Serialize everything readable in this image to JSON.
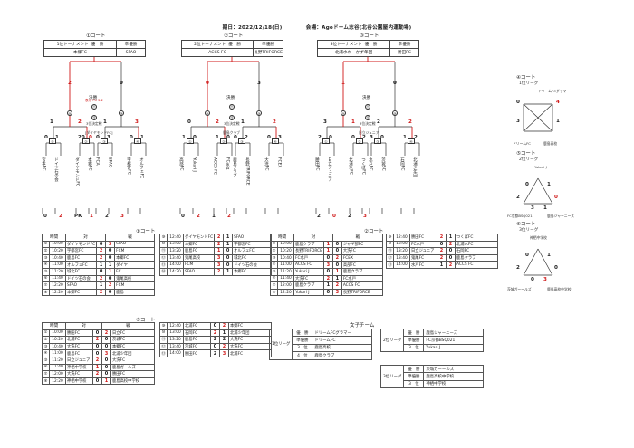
{
  "header": {
    "date": "期日：2022/12/18(日)",
    "venue": "会場：Agoドーム志谷(北谷公園屋内運動場)"
  },
  "courts": {
    "one": {
      "label": "①コート",
      "box": {
        "tournament": "1位トーナメント",
        "winner_label": "優　勝",
        "runner_label": "準優勝",
        "winner": "本郷FC",
        "runner": "SFAO"
      },
      "final": {
        "label": "決勝",
        "left": "2",
        "right": "0",
        "match": "⑪",
        "pk": "表示 PK 3-2"
      },
      "third": {
        "label": "3位決定戦",
        "match": "⑫",
        "team": "[ダイヤモンドFC]"
      },
      "semi_left": {
        "match": "⑨",
        "left": "1",
        "right": "2"
      },
      "semi_right": {
        "match": "⑩",
        "left": "1",
        "right": "3"
      },
      "r1": [
        {
          "match": "①",
          "left": "0",
          "right": "1"
        },
        {
          "match": "②",
          "left": "20",
          "right": "0",
          "red": true
        },
        {
          "match": "③",
          "left": "0",
          "right": "3"
        },
        {
          "match": "④",
          "left": "0",
          "right": "1"
        }
      ],
      "teams": [
        "宮本FC",
        "ドイツ石の会",
        "ダイヤモンドFC",
        "本郷FC",
        "FCA",
        "SFAO",
        "宇都宮FC",
        "オルフェFC"
      ],
      "bottom": [
        "0",
        "2",
        "PK",
        "1",
        "2",
        "3"
      ]
    },
    "two": {
      "label": "②コート",
      "box": {
        "tournament": "2位トーナメント",
        "winner_label": "優　勝",
        "runner_label": "準優勝",
        "winner": "ACCS FC",
        "runner": "長野TRIFORCE"
      },
      "final": {
        "label": "決勝",
        "left": "0",
        "right": "3",
        "match": "⑪"
      },
      "third": {
        "label": "3位決定戦",
        "match": "⑫",
        "team": "鹿島クラブ"
      },
      "semi_left": {
        "match": "⑨",
        "left": "0",
        "right": "2"
      },
      "semi_right": {
        "match": "⑩",
        "left": "1",
        "right": "2"
      },
      "r1": [
        {
          "match": "①",
          "left": "1",
          "right": "0"
        },
        {
          "match": "②",
          "left": "1",
          "right": "0"
        },
        {
          "match": "③",
          "left": "0",
          "right": "2"
        },
        {
          "match": "④",
          "left": "0",
          "right": "3"
        }
      ],
      "teams": [
        "高部FC",
        "Yukari J",
        "ACCS FC",
        "FC水戸",
        "鹿島クラブ",
        "長野TRIFORCE",
        "大洗FC",
        "FCEX"
      ],
      "bottom": [
        "0",
        "2",
        "1",
        "2"
      ]
    },
    "three": {
      "label": "③コート",
      "box": {
        "tournament": "3位トーナメント",
        "winner_label": "優　勝",
        "runner_label": "準優勝",
        "winner": "北浦水わーかず年団",
        "runner": "勝田FC"
      },
      "final": {
        "label": "決勝",
        "left": "1",
        "right": "0",
        "match": "⑪"
      },
      "third": {
        "label": "3位決定戦",
        "match": "⑫",
        "team": "日立ジュニア"
      },
      "semi_left": {
        "match": "⑨",
        "left": "3",
        "right": "1"
      },
      "semi_right": {
        "match": "⑩",
        "left": "2",
        "right": "2"
      },
      "r1": [
        {
          "match": "①",
          "left": "2",
          "right": "0"
        },
        {
          "match": "②",
          "left": "0",
          "right": "2"
        },
        {
          "match": "③",
          "left": "3",
          "right": "0"
        },
        {
          "match": "④",
          "left": "1",
          "right": "2"
        }
      ],
      "teams": [
        "勝田FC",
        "日立ジュニア",
        "北浦水FC",
        "つくばFC",
        "水戸FC",
        "茨城SC",
        "石岡FC",
        "北浦少年団"
      ],
      "bottom": [
        "2",
        "0",
        "2",
        "3"
      ]
    },
    "four": {
      "label": "④コート",
      "league1": {
        "title": "1位リーグ",
        "top_right": "ドリームFCグラマー",
        "left_label": "ドリームFC",
        "right_label": "鹿島高校",
        "scores": [
          "0",
          "4",
          "3",
          "1"
        ]
      },
      "league2_label": "⑤コート",
      "league2": {
        "title": "2位リーグ",
        "top": "Yukari J",
        "left_label": "FC京都BSQ021",
        "right_label": "鹿島ジャーニーズ",
        "scores": [
          "0",
          "1",
          "2",
          "0",
          "3",
          "1"
        ]
      },
      "league3_label": "⑥コート",
      "league3": {
        "title": "3位リーグ",
        "top": "神栖中学校",
        "left_label": "茨城ガーールズ",
        "right_label": "鹿島高校中学校",
        "scores": [
          "0",
          "1",
          "2",
          "0",
          "0",
          "3"
        ]
      }
    }
  },
  "schedules": {
    "s1": {
      "label": "①コート",
      "headers": [
        "時間",
        "対",
        "戦"
      ],
      "left": [
        [
          "①",
          "10:00",
          "ダイヤモンドFC",
          "0",
          "3",
          "SFAO"
        ],
        [
          "②",
          "10:20",
          "宇都宮FC",
          "2",
          "0",
          "FCM"
        ],
        [
          "③",
          "10:40",
          "鹿島FC",
          "2",
          "0",
          "本郷FC"
        ],
        [
          "④",
          "11:00",
          "オルフェFC",
          "1",
          "1",
          "ダイヤ"
        ],
        [
          "⑤",
          "11:20",
          "城北FC",
          "0",
          "1",
          "FC"
        ],
        [
          "⑥",
          "11:40",
          "ドイツ石の会",
          "2",
          "0",
          "鬼尾高校"
        ],
        [
          "⑦",
          "12:20",
          "SFAO",
          "1",
          "2",
          "FCM"
        ],
        [
          "⑧",
          "12:20",
          "本郷FC",
          "2",
          "0",
          "鹿島"
        ]
      ],
      "right": [
        [
          "⑨",
          "12:40",
          "ダイヤモンドFC",
          "2",
          "1",
          "SFAO"
        ],
        [
          "⑩",
          "13:00",
          "本郷FC",
          "2",
          "1",
          "宇都宮FC"
        ],
        [
          "⑪",
          "13:20",
          "鹿島FC",
          "1",
          "0",
          "オルフェFC"
        ],
        [
          "⑫",
          "13:40",
          "鬼尾高校",
          "3",
          "0",
          "城北FC"
        ],
        [
          "⑬",
          "14:00",
          "FCM",
          "3",
          "0",
          "ドイツ石の会"
        ],
        [
          "⑭",
          "14:20",
          "SFAO",
          "2",
          "1",
          "本郷FC"
        ]
      ]
    },
    "s2": {
      "label": "②コート",
      "left": [
        [
          "①",
          "10:00",
          "鹿島クラブ",
          "1",
          "0",
          "ジャギ部FC"
        ],
        [
          "②",
          "10:20",
          "長野TRIFORCE",
          "1",
          "0",
          "大洗FC"
        ],
        [
          "③",
          "10:40",
          "FC水戸",
          "0",
          "2",
          "FCEX"
        ],
        [
          "④",
          "11:00",
          "ACCS FC",
          "3",
          "0",
          "高部FC"
        ],
        [
          "⑤",
          "11:20",
          "Yukari J",
          "0",
          "1",
          "鹿島クラブ"
        ],
        [
          "⑥",
          "11:40",
          "大洗FC",
          "2",
          "1",
          "FC水戸"
        ],
        [
          "⑦",
          "12:00",
          "鹿島クラブ",
          "1",
          "2",
          "ACCS FC"
        ],
        [
          "⑧",
          "12:20",
          "Yukari J",
          "0",
          "3",
          "長野TRIFORCE"
        ]
      ],
      "right": [
        [
          "⑨",
          "12:40",
          "勝田FC",
          "2",
          "1",
          "つくばFC"
        ],
        [
          "⑩",
          "13:00",
          "FC水戸",
          "0",
          "2",
          "北浦水FC"
        ],
        [
          "⑪",
          "13:20",
          "日立ジュニア",
          "2",
          "0",
          "石岡FC"
        ],
        [
          "⑫",
          "13:40",
          "鬼尾FC",
          "2",
          "0",
          "鹿島クラブ"
        ],
        [
          "⑬",
          "14:00",
          "水戸FC",
          "1",
          "2",
          "ACCS FC"
        ]
      ]
    },
    "s3": {
      "label": "③コート",
      "left": [
        [
          "①",
          "10:00",
          "勝田FC",
          "0",
          "2",
          "日立FC"
        ],
        [
          "②",
          "10:20",
          "北浦FC",
          "2",
          "0",
          "茨城FC"
        ],
        [
          "③",
          "10:40",
          "大洗FC",
          "0",
          "0",
          "本郷FC"
        ],
        [
          "④",
          "11:00",
          "鹿島FC",
          "0",
          "3",
          "北浦少年団"
        ],
        [
          "⑤",
          "11:20",
          "日立ジュニア",
          "2",
          "0",
          "大洗FC"
        ],
        [
          "⑥",
          "11:40",
          "神栖中学校",
          "1",
          "0",
          "鹿島ガールズ"
        ],
        [
          "⑦",
          "12:00",
          "大洗FC",
          "2",
          "0",
          "勝田FC"
        ],
        [
          "⑧",
          "12:20",
          "神栖中学校",
          "0",
          "1",
          "鹿島高校中学校"
        ]
      ],
      "right": [
        [
          "⑨",
          "12:40",
          "北浦FC",
          "0",
          "2",
          "本郷FC"
        ],
        [
          "⑩",
          "13:00",
          "石岡FC",
          "2",
          "1",
          "北浦少年団"
        ],
        [
          "⑪",
          "13:20",
          "鹿島FC",
          "2",
          "2",
          "大洗FC"
        ],
        [
          "⑫",
          "13:40",
          "茨城FC",
          "0",
          "2",
          "大洗FC"
        ],
        [
          "⑬",
          "14:00",
          "勝田FC",
          "2",
          "3",
          "北浦FC"
        ]
      ]
    }
  },
  "rankings": {
    "label": "女子チーム",
    "one": {
      "title": "1位リーグ",
      "rows": [
        [
          "優　勝",
          "ドリームFCグラマー"
        ],
        [
          "準優勝",
          "ドリームFC"
        ],
        [
          "3　位",
          "鹿島高校"
        ],
        [
          "4　位",
          "鹿島クラブ"
        ]
      ]
    },
    "two": {
      "title": "2位リーグ",
      "rows": [
        [
          "優　勝",
          "鹿島ジャーニーズ"
        ],
        [
          "準優勝",
          "FC京都BSQ021"
        ],
        [
          "3　位",
          "Yukari J"
        ]
      ]
    },
    "three": {
      "title": "3位リーグ",
      "rows": [
        [
          "優　勝",
          "茨城ガーールズ"
        ],
        [
          "準優勝",
          "鹿島高校中学校"
        ],
        [
          "3　位",
          "神栖中学校"
        ]
      ]
    }
  }
}
